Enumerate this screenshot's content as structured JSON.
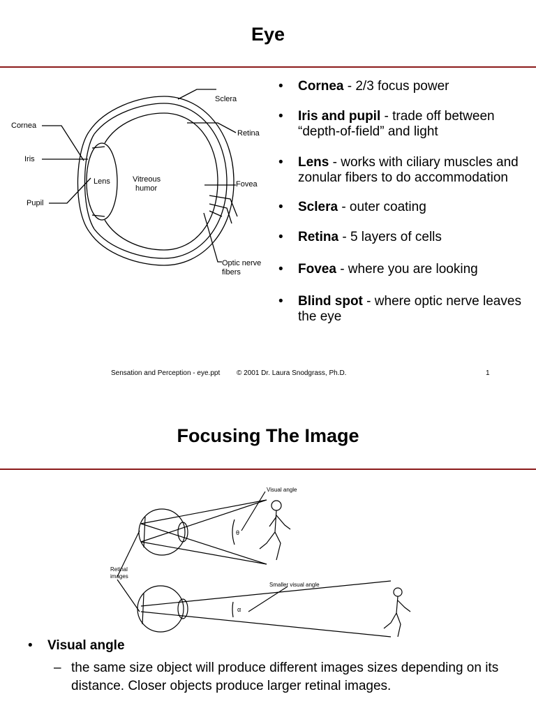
{
  "slide1": {
    "title": "Eye",
    "diagram_labels": {
      "sclera": "Sclera",
      "cornea": "Cornea",
      "retina": "Retina",
      "iris": "Iris",
      "lens": "Lens",
      "vitreous_1": "Vitreous",
      "vitreous_2": "humor",
      "fovea": "Fovea",
      "pupil": "Pupil",
      "optic_1": "Optic nerve",
      "optic_2": "fibers"
    },
    "bullets": [
      {
        "term": "Cornea",
        "text": " - 2/3 focus power"
      },
      {
        "term": "Iris and pupil",
        "text": " - trade off between “depth-of-field” and light"
      },
      {
        "term": "Lens",
        "text": " - works with ciliary muscles and zonular fibers to do accommodation"
      },
      {
        "term": "Sclera",
        "text": " - outer coating"
      },
      {
        "term": "Retina",
        "text": " -  5 layers of cells"
      },
      {
        "term": "Fovea",
        "text": " - where you are looking"
      },
      {
        "term": "Blind spot",
        "text": " - where optic nerve leaves the eye"
      }
    ],
    "footer": {
      "source": "Sensation and Perception - eye.ppt",
      "copyright": "© 2001 Dr. Laura Snodgrass, Ph.D.",
      "page": "1"
    }
  },
  "slide2": {
    "title": "Focusing The Image",
    "diagram_labels": {
      "visual_angle": "Visual angle",
      "retinal_1": "Retinal",
      "retinal_2": "images",
      "smaller": "Smaller visual angle",
      "theta": "θ",
      "alpha": "α"
    },
    "bullet": "Visual angle",
    "sub_dash": "–",
    "sub": "the same size object will produce different images sizes depending on its distance.  Closer objects produce larger retinal images."
  }
}
